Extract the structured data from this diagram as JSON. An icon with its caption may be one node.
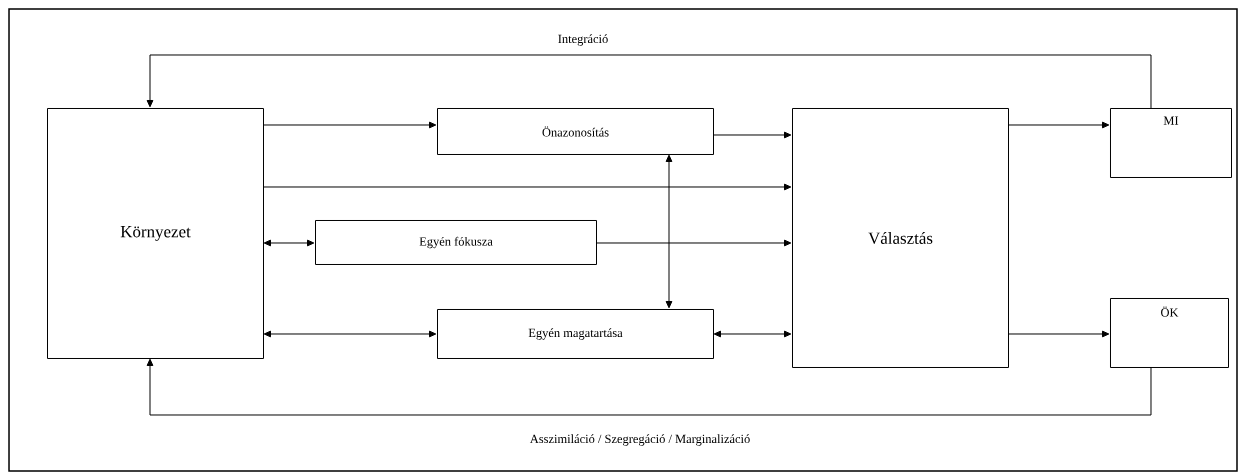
{
  "diagram": {
    "nodes": [
      {
        "text": [
          "Környezet"
        ]
      },
      {
        "text": [
          "Önazonosítás"
        ]
      },
      {
        "text": [
          "Egyén fókusza"
        ]
      },
      {
        "text": [
          "Egyén magatartása"
        ]
      },
      {
        "text": [
          "Választás"
        ]
      },
      {
        "text": [
          "MI"
        ]
      },
      {
        "text": [
          "ÖK"
        ]
      }
    ],
    "edges": [
      {
        "from": 0,
        "to": 1,
        "arrow": "to"
      },
      {
        "from": 0,
        "to": 4,
        "arrow": "to"
      },
      {
        "from": 0,
        "to": 2,
        "arrow": "both"
      },
      {
        "from": 0,
        "to": 3,
        "arrow": "both"
      },
      {
        "from": 1,
        "to": 4,
        "arrow": "to"
      },
      {
        "from": 2,
        "to": 4,
        "arrow": "to"
      },
      {
        "from": 3,
        "to": 4,
        "arrow": "both"
      },
      {
        "from": 1,
        "to": 3,
        "arrow": "both"
      },
      {
        "from": 4,
        "to": 5,
        "arrow": "to"
      },
      {
        "from": 4,
        "to": 6,
        "arrow": "to"
      },
      {
        "from": 5,
        "to": 0,
        "arrow": "to",
        "label": "Integráció"
      },
      {
        "from": 6,
        "to": 0,
        "arrow": "to",
        "label": "Asszimiláció / Szegregáció / Marginalizáció"
      }
    ]
  }
}
